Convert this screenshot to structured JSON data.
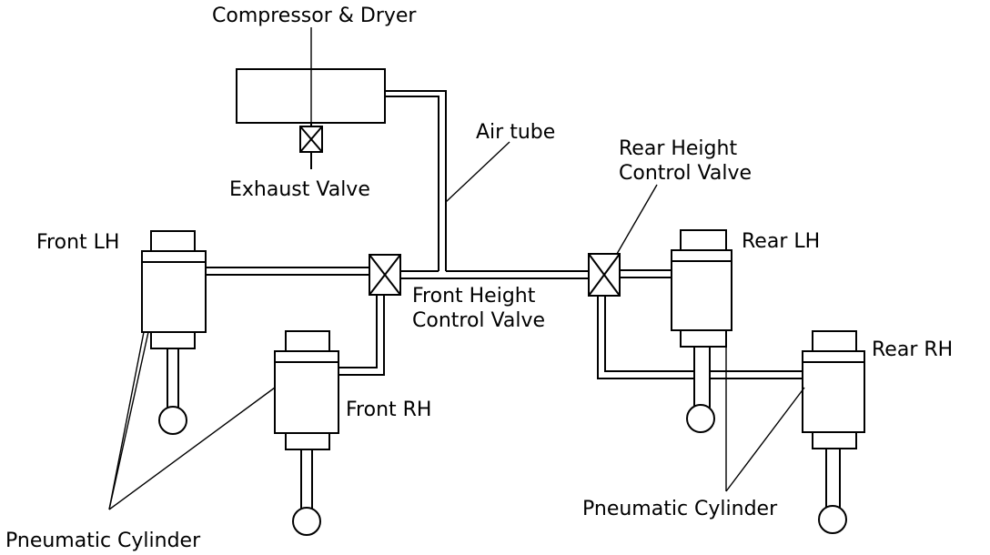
{
  "labels": {
    "compressor": "Compressor & Dryer",
    "exhaust_valve": "Exhaust Valve",
    "air_tube": "Air tube",
    "rear_hcv_line1": "Rear Height",
    "rear_hcv_line2": "Control Valve",
    "front_lh": "Front LH",
    "front_hcv_line1": "Front Height",
    "front_hcv_line2": "Control Valve",
    "rear_lh": "Rear LH",
    "rear_rh": "Rear RH",
    "front_rh": "Front RH",
    "pneumatic_left": "Pneumatic Cylinder",
    "pneumatic_right": "Pneumatic Cylinder"
  }
}
